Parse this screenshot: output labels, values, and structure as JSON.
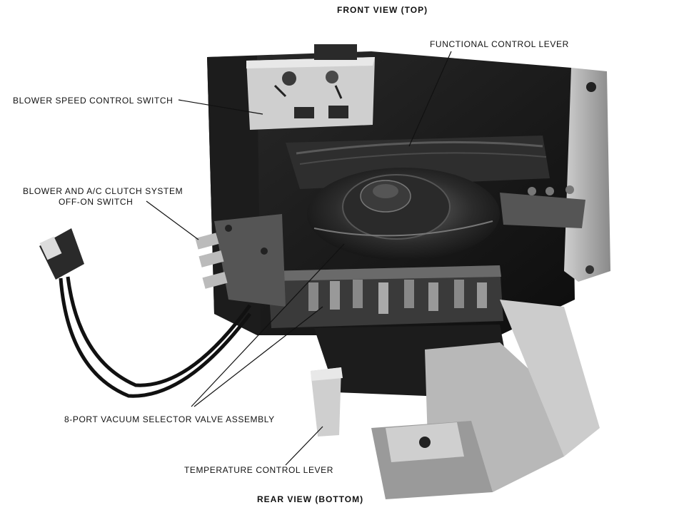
{
  "views": {
    "top": "FRONT VIEW (TOP)",
    "bottom": "REAR VIEW (BOTTOM)"
  },
  "callouts": {
    "functional_control_lever": "FUNCTIONAL CONTROL LEVER",
    "blower_speed_control_switch": "BLOWER SPEED CONTROL SWITCH",
    "clutch_switch_line1": "BLOWER AND A/C CLUTCH SYSTEM",
    "clutch_switch_line2": "OFF-ON SWITCH",
    "vacuum_selector_valve": "8-PORT VACUUM SELECTOR VALVE ASSEMBLY",
    "temperature_control_lever": "TEMPERATURE CONTROL LEVER"
  },
  "colors": {
    "ink": "#111111",
    "metal_dark": "#1a1a1a",
    "metal_mid": "#3a3a3a",
    "metal_light": "#8c8c8c",
    "highlight": "#d9d9d9"
  }
}
